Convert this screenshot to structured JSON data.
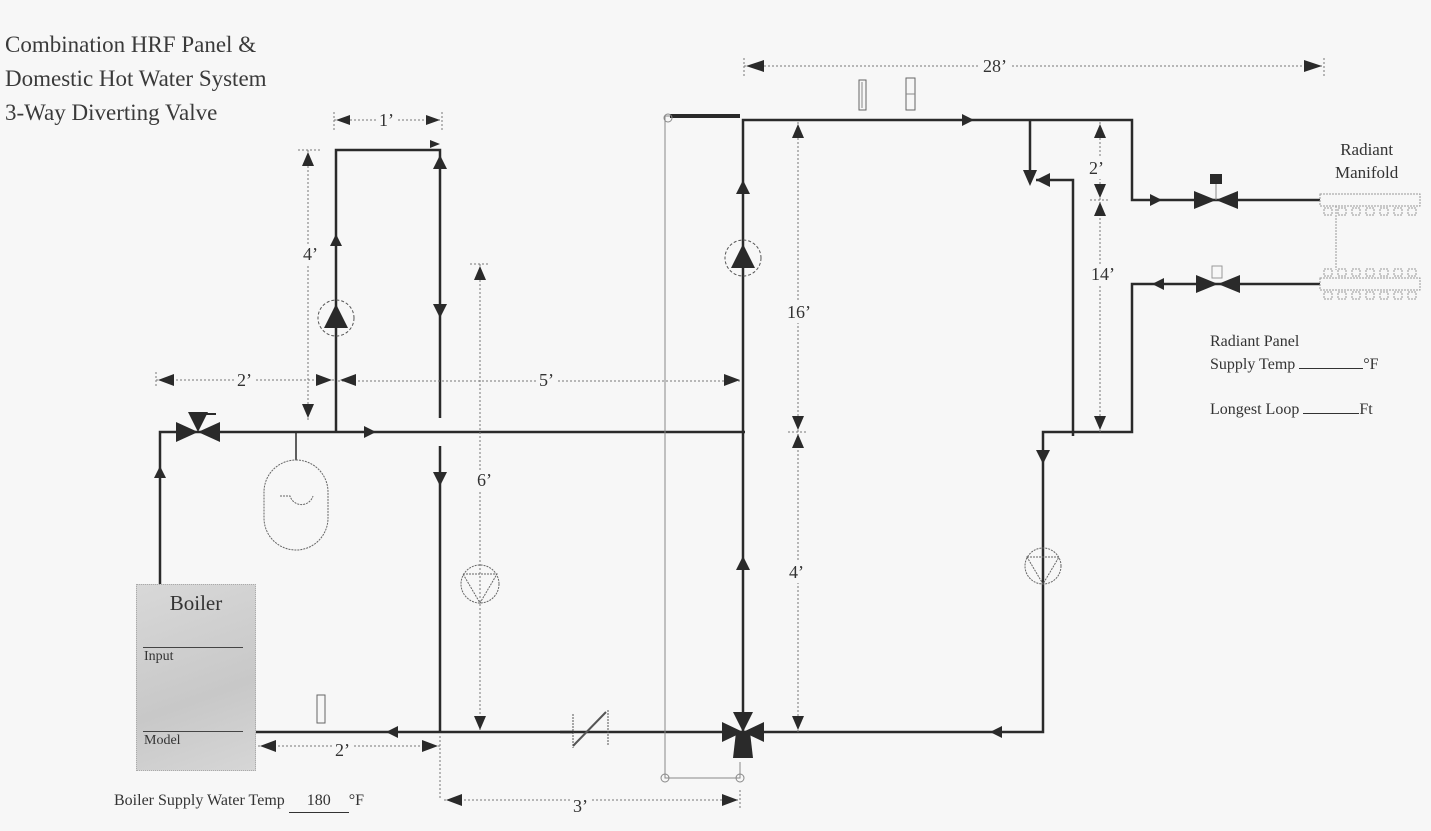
{
  "title": {
    "line1": "Combination HRF Panel &",
    "line2": "Domestic Hot Water System",
    "line3": "3-Way Diverting Valve"
  },
  "dimensions": {
    "d_1ft_top": "1’",
    "d_4ft_left": "4’",
    "d_2ft_horizontal": "2’",
    "d_5ft_horizontal": "5’",
    "d_6ft_vertical": "6’",
    "d_28ft_top": "28’",
    "d_16ft_vertical": "16’",
    "d_4ft_vertical": "4’",
    "d_2ft_right": "2’",
    "d_14ft_right": "14’",
    "d_2ft_bottom": "2’",
    "d_3ft_bottom": "3’"
  },
  "boiler": {
    "label": "Boiler",
    "input_label": "Input",
    "model_label": "Model",
    "supply_temp_label": "Boiler Supply Water Temp",
    "supply_temp_value": "180",
    "supply_temp_unit": "°F"
  },
  "manifold": {
    "label_line1": "Radiant",
    "label_line2": "Manifold"
  },
  "radiant_panel": {
    "label": "Radiant Panel",
    "supply_temp_label": "Supply Temp",
    "supply_temp_value": "",
    "supply_temp_unit": "°F",
    "longest_loop_label": "Longest Loop",
    "longest_loop_value": "",
    "longest_loop_unit": "Ft"
  },
  "colors": {
    "pipe": "#2a2a2a",
    "dimension_line": "#777777",
    "background": "#f7f7f7",
    "boiler_fill": "#cfcfcf"
  }
}
